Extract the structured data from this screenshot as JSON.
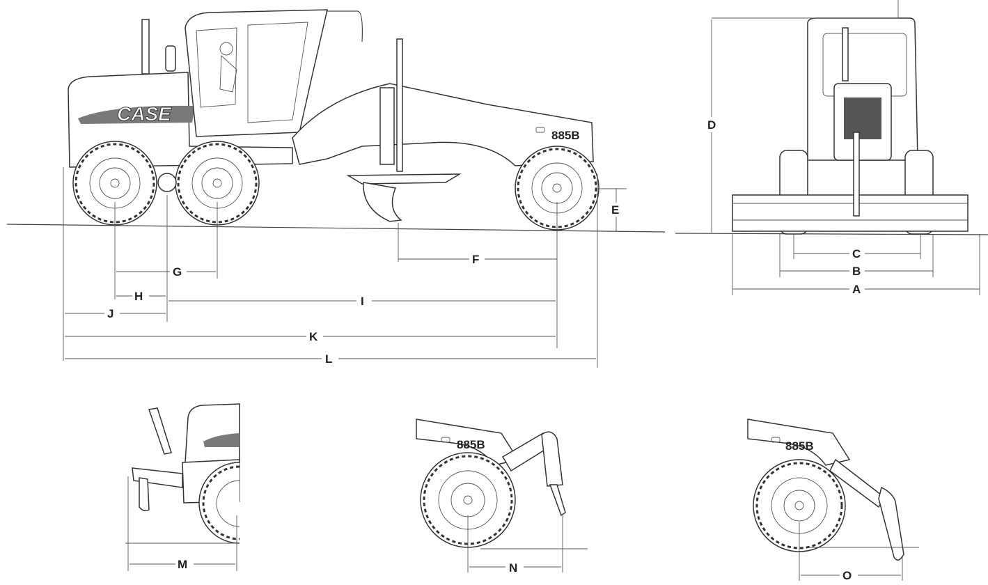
{
  "brand": "CASE",
  "model": "885B",
  "dimensions": [
    "A",
    "B",
    "C",
    "D",
    "E",
    "F",
    "G",
    "H",
    "I",
    "J",
    "K",
    "L",
    "M",
    "N",
    "O"
  ],
  "colors": {
    "line": "#444444",
    "stripe": "#7a7a7a",
    "background": "#ffffff"
  }
}
